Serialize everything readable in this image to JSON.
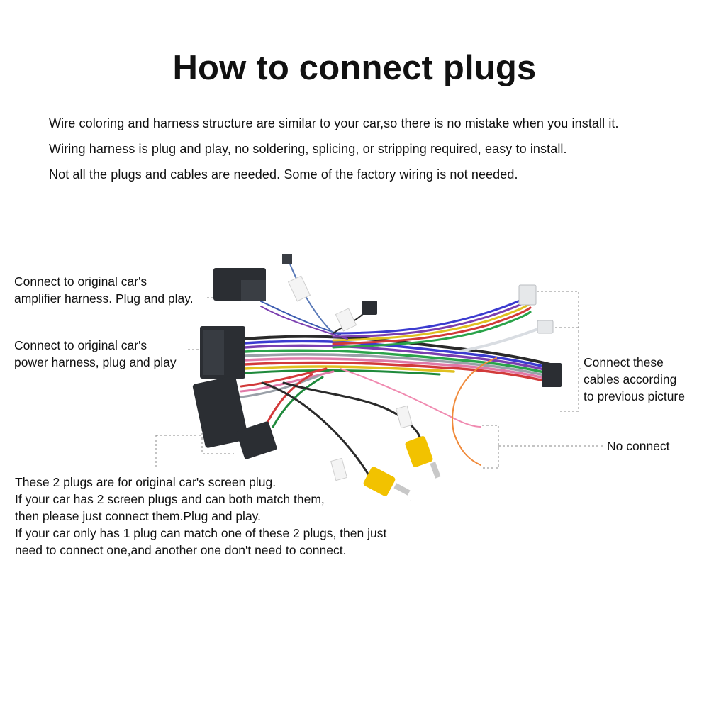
{
  "title": "How to connect plugs",
  "intro": {
    "lines": [
      "Wire coloring and harness structure are similar to your car,so there is no mistake when you install it.",
      "Wiring harness is plug and play, no soldering, splicing, or stripping required, easy to install.",
      "Not all the plugs and cables are needed. Some of the factory wiring is not needed."
    ]
  },
  "callouts": {
    "amplifier": [
      "Connect to original car's",
      "amplifier harness. Plug and play."
    ],
    "power": [
      "Connect to original car's",
      "power harness, plug and play"
    ],
    "connect_these": [
      "Connect these",
      "cables according",
      "to previous picture"
    ],
    "no_connect": "No connect",
    "screen": [
      "These 2 plugs are for original car's screen plug.",
      "If your car has 2 screen plugs and can both match them,",
      "then please just connect them.Plug and play.",
      "If your car only has 1 plug can match one of these 2 plugs, then just",
      "need to connect one,and another one don't need to connect."
    ]
  },
  "colors": {
    "text": "#111111",
    "connector": "#2b2e33",
    "rca_yellow": "#f2c200",
    "leader_line": "#888888"
  }
}
